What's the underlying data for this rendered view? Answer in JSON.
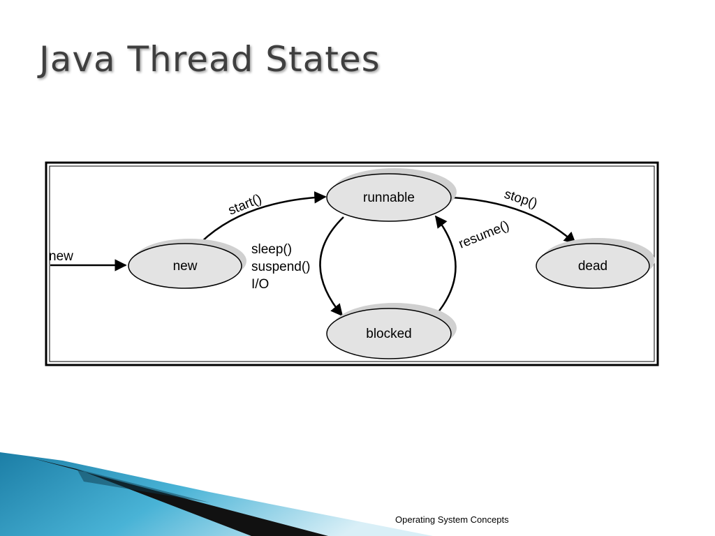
{
  "slide": {
    "title": "Java Thread States",
    "footer": "Operating System Concepts"
  },
  "diagram": {
    "states": {
      "new": "new",
      "runnable": "runnable",
      "blocked": "blocked",
      "dead": "dead"
    },
    "transitions": {
      "entry": "new",
      "start": "start()",
      "stop": "stop()",
      "resume": "resume()",
      "block_line1": "sleep()",
      "block_line2": "suspend()",
      "block_line3": "I/O"
    }
  },
  "colors": {
    "node_fill": "#e3e3e3",
    "node_shadow": "#cfcfcf",
    "title": "#3f3f3f",
    "decor_blue": "#2a8fb5"
  }
}
